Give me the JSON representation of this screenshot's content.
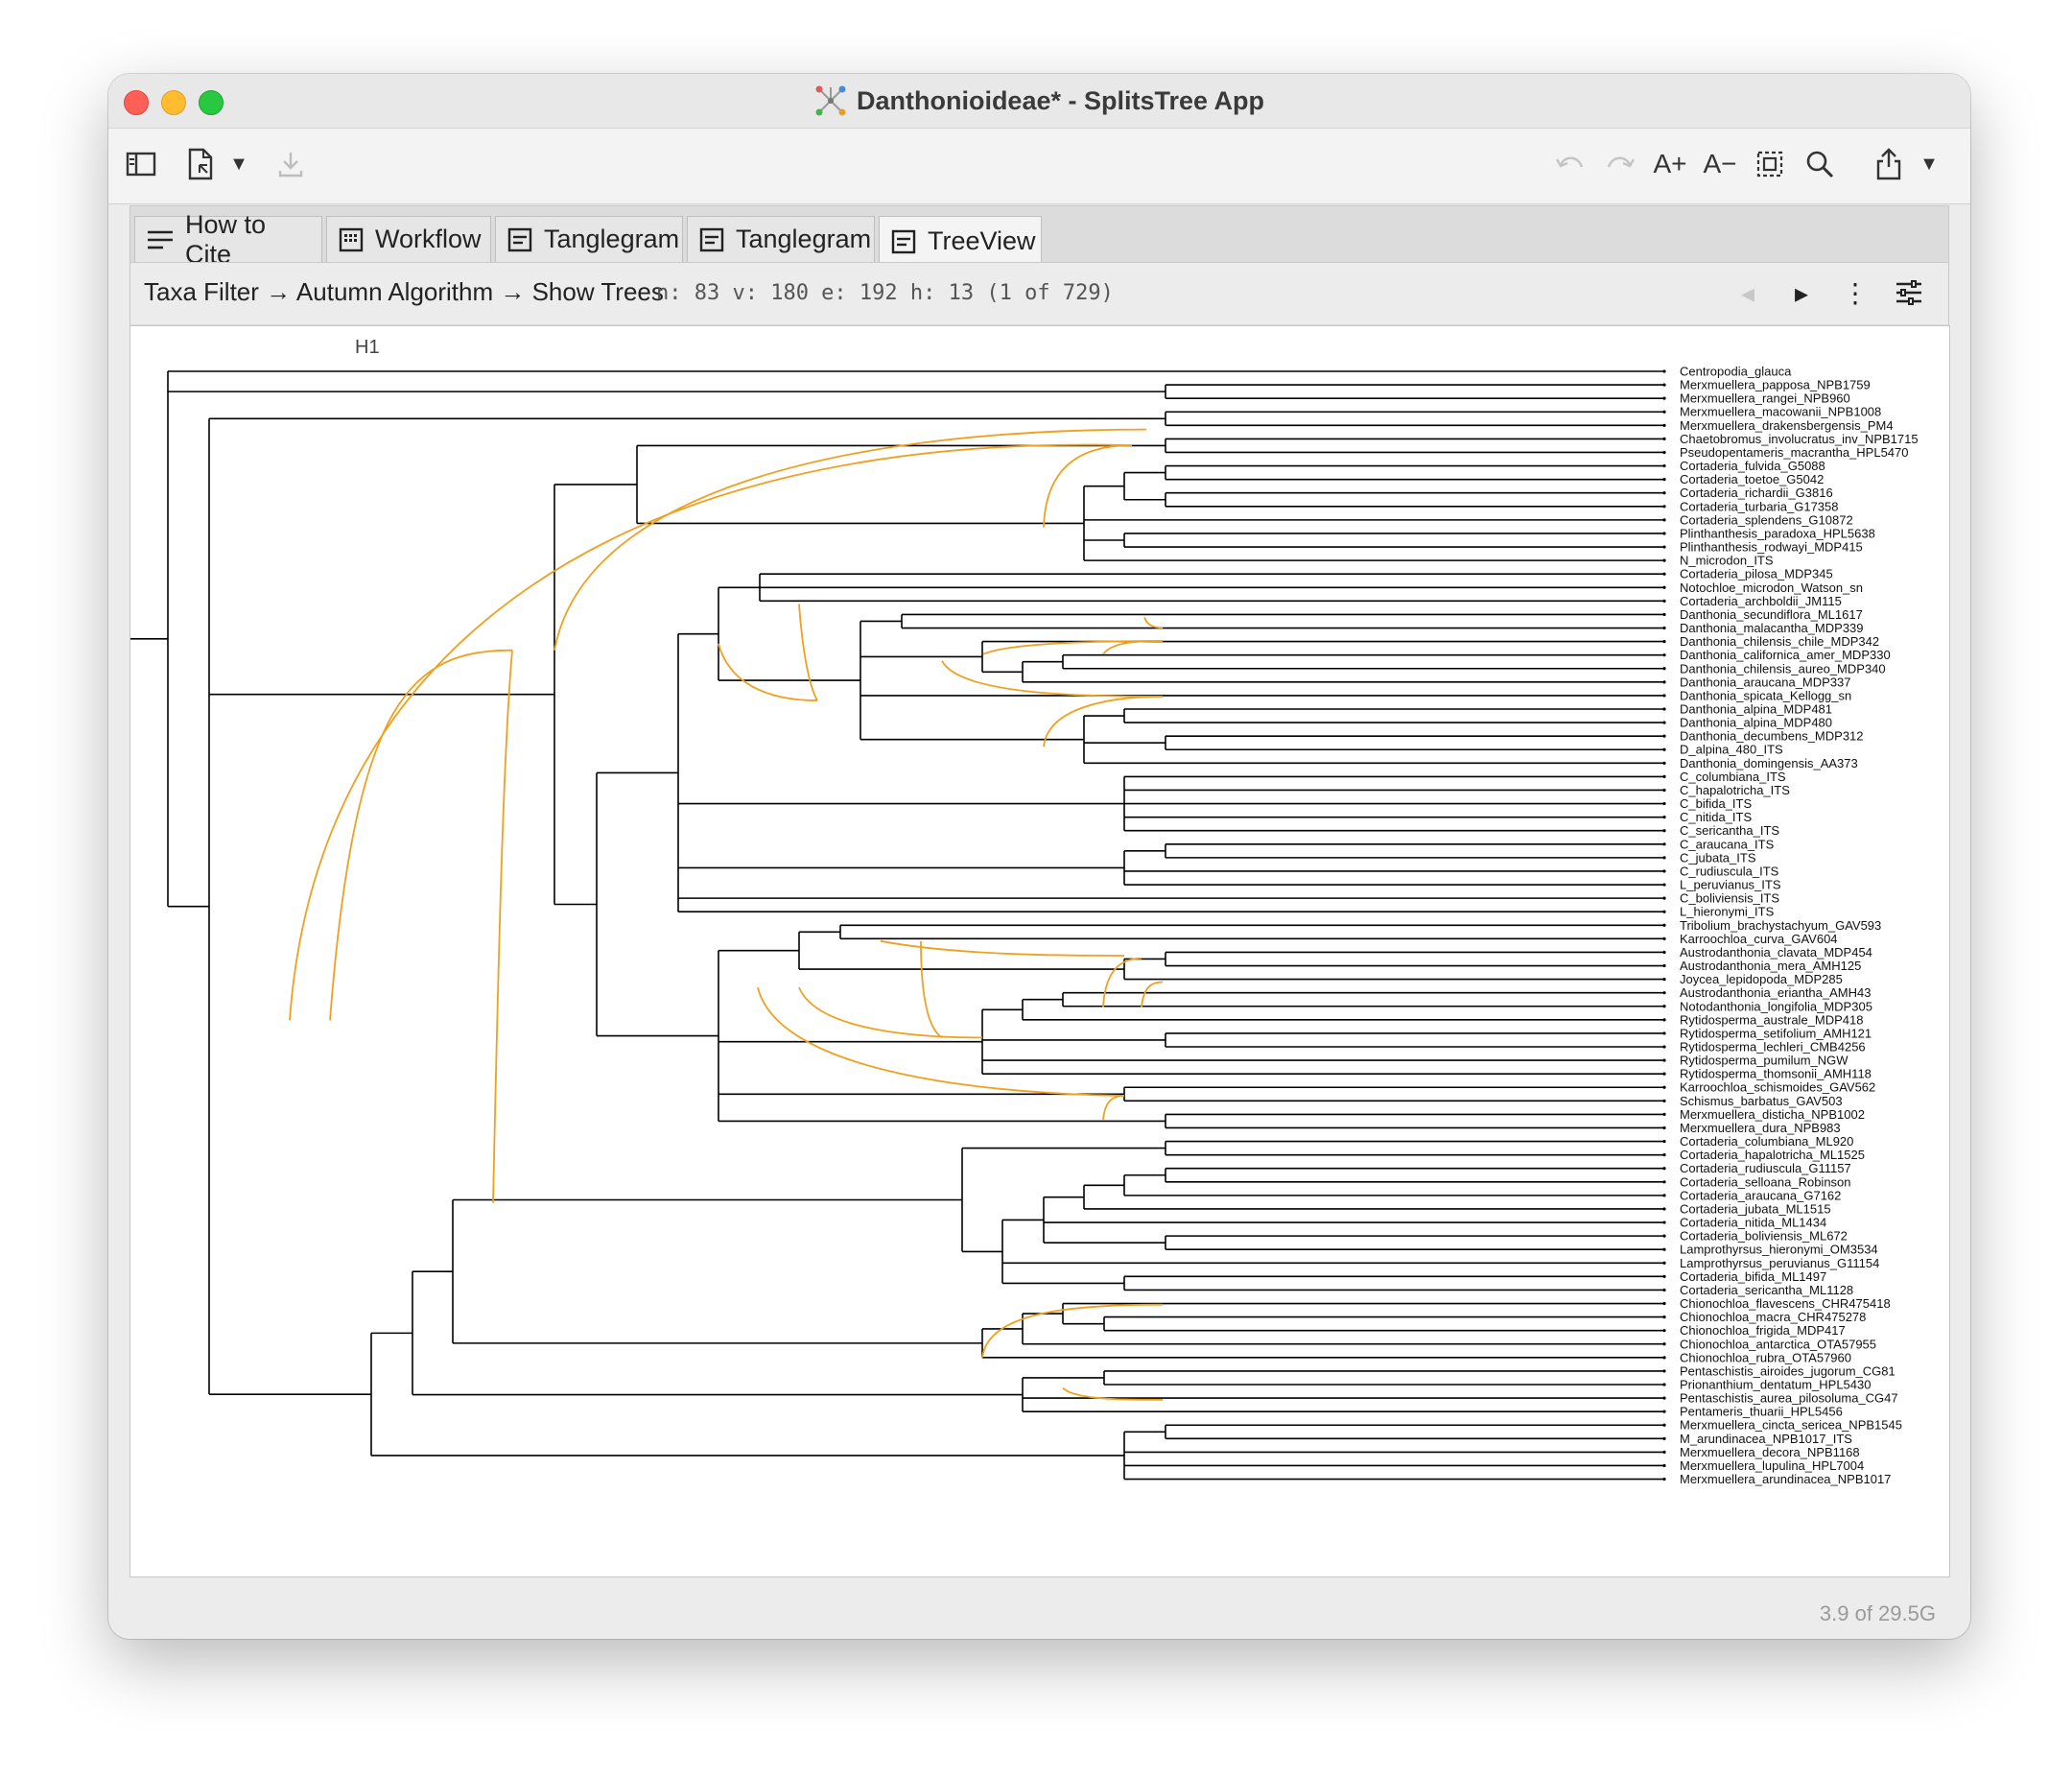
{
  "window": {
    "title": "Danthonioideae* - SplitsTree App"
  },
  "toolbar": {
    "left_icons": [
      "sidebar-icon",
      "new-file-icon",
      "chevron-down-icon",
      "download-icon"
    ],
    "right_icons": [
      "undo-icon",
      "redo-icon",
      "font-increase-icon",
      "font-decrease-icon",
      "select-all-icon",
      "search-icon",
      "share-icon",
      "chevron-down-icon"
    ],
    "font_increase_label": "A+",
    "font_decrease_label": "A−"
  },
  "tabs": [
    {
      "label": "How to Cite",
      "icon": "text-icon"
    },
    {
      "label": "Workflow",
      "icon": "workflow-icon"
    },
    {
      "label": "Tanglegram",
      "icon": "document-icon"
    },
    {
      "label": "Tanglegram",
      "icon": "document-icon"
    },
    {
      "label": "TreeView",
      "icon": "document-icon",
      "active": true
    }
  ],
  "breadcrumb": "Taxa Filter → Autumn Algorithm → Show Trees",
  "stats": "n: 83 v: 180 e: 192 h: 13 (1 of 729)",
  "tree": {
    "header_label": "H1",
    "colors": {
      "edge": "#000000",
      "reticulate": "#f0a020"
    },
    "taxa": [
      "Centropodia_glauca",
      "Merxmuellera_papposa_NPB1759",
      "Merxmuellera_rangei_NPB960",
      "Merxmuellera_macowanii_NPB1008",
      "Merxmuellera_drakensbergensis_PM4",
      "Chaetobromus_involucratus_inv_NPB1715",
      "Pseudopentameris_macrantha_HPL5470",
      "Cortaderia_fulvida_G5088",
      "Cortaderia_toetoe_G5042",
      "Cortaderia_richardii_G3816",
      "Cortaderia_turbaria_G17358",
      "Cortaderia_splendens_G10872",
      "Plinthanthesis_paradoxa_HPL5638",
      "Plinthanthesis_rodwayi_MDP415",
      "N_microdon_ITS",
      "Cortaderia_pilosa_MDP345",
      "Notochloe_microdon_Watson_sn",
      "Cortaderia_archboldii_JM115",
      "Danthonia_secundiflora_ML1617",
      "Danthonia_malacantha_MDP339",
      "Danthonia_chilensis_chile_MDP342",
      "Danthonia_californica_amer_MDP330",
      "Danthonia_chilensis_aureo_MDP340",
      "Danthonia_araucana_MDP337",
      "Danthonia_spicata_Kellogg_sn",
      "Danthonia_alpina_MDP481",
      "Danthonia_alpina_MDP480",
      "Danthonia_decumbens_MDP312",
      "D_alpina_480_ITS",
      "Danthonia_domingensis_AA373",
      "C_columbiana_ITS",
      "C_hapalotricha_ITS",
      "C_bifida_ITS",
      "C_nitida_ITS",
      "C_sericantha_ITS",
      "C_araucana_ITS",
      "C_jubata_ITS",
      "C_rudiuscula_ITS",
      "L_peruvianus_ITS",
      "C_boliviensis_ITS",
      "L_hieronymi_ITS",
      "Tribolium_brachystachyum_GAV593",
      "Karroochloa_curva_GAV604",
      "Austrodanthonia_clavata_MDP454",
      "Austrodanthonia_mera_AMH125",
      "Joycea_lepidopoda_MDP285",
      "Austrodanthonia_eriantha_AMH43",
      "Notodanthonia_longifolia_MDP305",
      "Rytidosperma_australe_MDP418",
      "Rytidosperma_setifolium_AMH121",
      "Rytidosperma_lechleri_CMB4256",
      "Rytidosperma_pumilum_NGW",
      "Rytidosperma_thomsonii_AMH118",
      "Karroochloa_schismoides_GAV562",
      "Schismus_barbatus_GAV503",
      "Merxmuellera_disticha_NPB1002",
      "Merxmuellera_dura_NPB983",
      "Cortaderia_columbiana_ML920",
      "Cortaderia_hapalotricha_ML1525",
      "Cortaderia_rudiuscula_G11157",
      "Cortaderia_selloana_Robinson",
      "Cortaderia_araucana_G7162",
      "Cortaderia_jubata_ML1515",
      "Cortaderia_nitida_ML1434",
      "Cortaderia_boliviensis_ML672",
      "Lamprothyrsus_hieronymi_OM3534",
      "Lamprothyrsus_peruvianus_G11154",
      "Cortaderia_bifida_ML1497",
      "Cortaderia_sericantha_ML1128",
      "Chionochloa_flavescens_CHR475418",
      "Chionochloa_macra_CHR475278",
      "Chionochloa_frigida_MDP417",
      "Chionochloa_antarctica_OTA57955",
      "Chionochloa_rubra_OTA57960",
      "Pentaschistis_airoides_jugorum_CG81",
      "Prionanthium_dentatum_HPL5430",
      "Pentaschistis_aurea_pilosoluma_CG47",
      "Pentameris_thuarii_HPL5456",
      "Merxmuellera_cincta_sericea_NPB1545",
      "M_arundinacea_NPB1017_ITS",
      "Merxmuellera_decora_NPB1168",
      "Merxmuellera_lupulina_HPL7004",
      "Merxmuellera_arundinacea_NPB1017"
    ]
  },
  "status": "3.9 of 29.5G"
}
